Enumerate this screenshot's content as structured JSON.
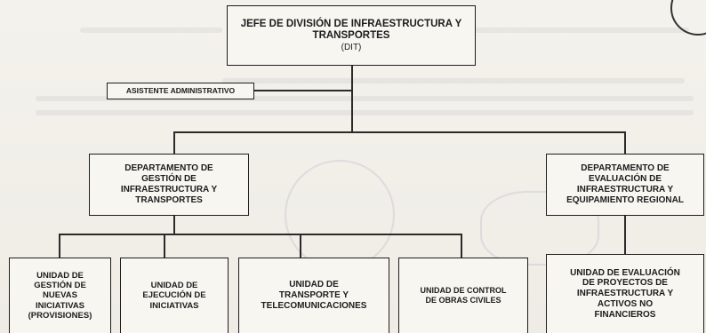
{
  "org_chart": {
    "top": {
      "line1": "JEFE DE DIVISIÓN DE INFRAESTRUCTURA Y",
      "line2": "TRANSPORTES",
      "line3": "(DIT)"
    },
    "assistant": {
      "label": "ASISTENTE ADMINISTRATIVO"
    },
    "departments": [
      {
        "lines": [
          "DEPARTAMENTO DE",
          "GESTIÓN DE",
          "INFRAESTRUCTURA Y",
          "TRANSPORTES"
        ]
      },
      {
        "lines": [
          "DEPARTAMENTO DE",
          "EVALUACIÓN DE",
          "INFRAESTRUCTURA Y",
          "EQUIPAMIENTO REGIONAL"
        ]
      }
    ],
    "units": [
      {
        "lines": [
          "UNIDAD DE",
          "GESTIÓN DE",
          "NUEVAS",
          "INICIATIVAS",
          "(PROVISIONES)"
        ]
      },
      {
        "lines": [
          "UNIDAD DE",
          "EJECUCIÓN DE",
          "INICIATIVAS"
        ]
      },
      {
        "lines": [
          "UNIDAD DE",
          "TRANSPORTE Y",
          "TELECOMUNICACIONES"
        ]
      },
      {
        "lines": [
          "UNIDAD DE CONTROL",
          "DE OBRAS CIVILES"
        ]
      },
      {
        "lines": [
          "UNIDAD DE EVALUACIÓN",
          "DE PROYECTOS DE",
          "INFRAESTRUCTURA Y",
          "ACTIVOS NO",
          "FINANCIEROS"
        ]
      }
    ]
  }
}
